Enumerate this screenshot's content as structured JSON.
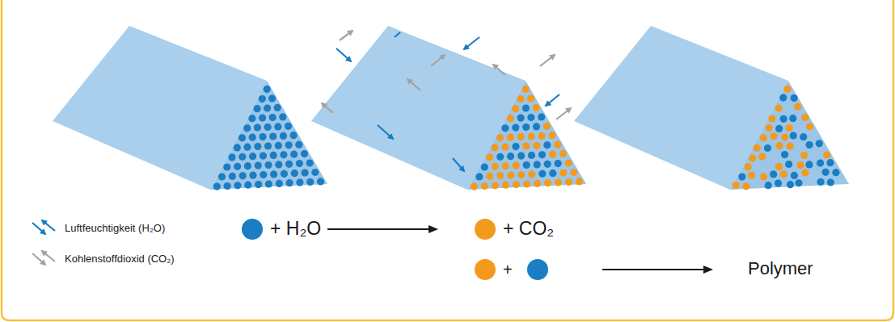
{
  "diagram": {
    "labels": [
      "+ H₂O",
      "+ CO₂",
      "+",
      "Polymer"
    ],
    "legend": [
      {
        "text": "Luftfeuchtigkeit (H₂O)"
      },
      {
        "text": "Kohlenstoffdioxid (CO₂)"
      }
    ]
  }
}
